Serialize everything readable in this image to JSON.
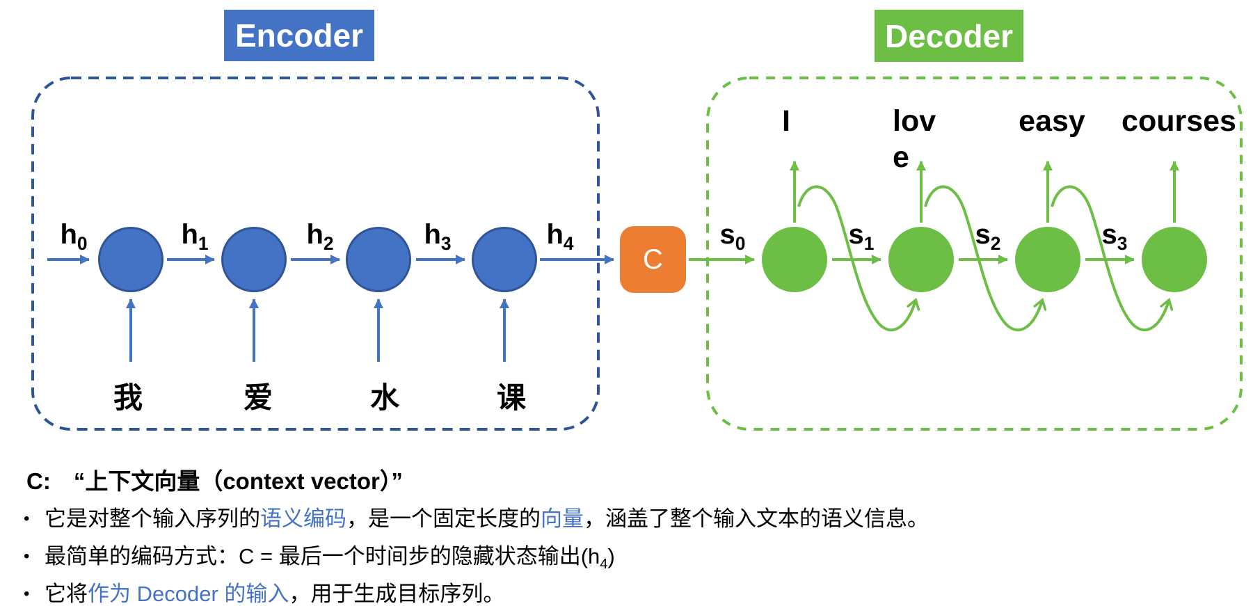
{
  "encoder": {
    "title": "Encoder",
    "state_labels": [
      {
        "base": "h",
        "sub": "0"
      },
      {
        "base": "h",
        "sub": "1"
      },
      {
        "base": "h",
        "sub": "2"
      },
      {
        "base": "h",
        "sub": "3"
      },
      {
        "base": "h",
        "sub": "4"
      }
    ],
    "inputs": [
      "我",
      "爱",
      "水",
      "课"
    ]
  },
  "context": {
    "label": "C"
  },
  "decoder": {
    "title": "Decoder",
    "state_labels": [
      {
        "base": "s",
        "sub": "0"
      },
      {
        "base": "s",
        "sub": "1"
      },
      {
        "base": "s",
        "sub": "2"
      },
      {
        "base": "s",
        "sub": "3"
      }
    ],
    "outputs": [
      "I",
      "lov\ne",
      "easy",
      "courses"
    ]
  },
  "notes": {
    "heading": "C:　“上下文向量（context vector）”",
    "bullet_marker": "•",
    "bullets": [
      {
        "segments": [
          {
            "text": "它是对整个输入序列的"
          },
          {
            "text": "语义编码",
            "blue": true
          },
          {
            "text": "，是一个固定长度的"
          },
          {
            "text": "向量",
            "blue": true
          },
          {
            "text": "，涵盖了整个输入文本的语义信息。"
          }
        ]
      },
      {
        "segments": [
          {
            "text": "最简单的编码方式：C = 最后一个时间步的隐藏状态输出(h"
          },
          {
            "text": "4",
            "sub": true
          },
          {
            "text": ")"
          }
        ]
      },
      {
        "segments": [
          {
            "text": "它将"
          },
          {
            "text": "作为 Decoder 的输入",
            "blue": true
          },
          {
            "text": "，用于生成目标序列。"
          }
        ]
      }
    ]
  },
  "colors": {
    "encoder_blue": "#4472C4",
    "encoder_border_navy": "#2E5597",
    "decoder_green": "#6CBE45",
    "context_orange": "#ED7D31",
    "highlight_text_blue": "#4472C4"
  }
}
